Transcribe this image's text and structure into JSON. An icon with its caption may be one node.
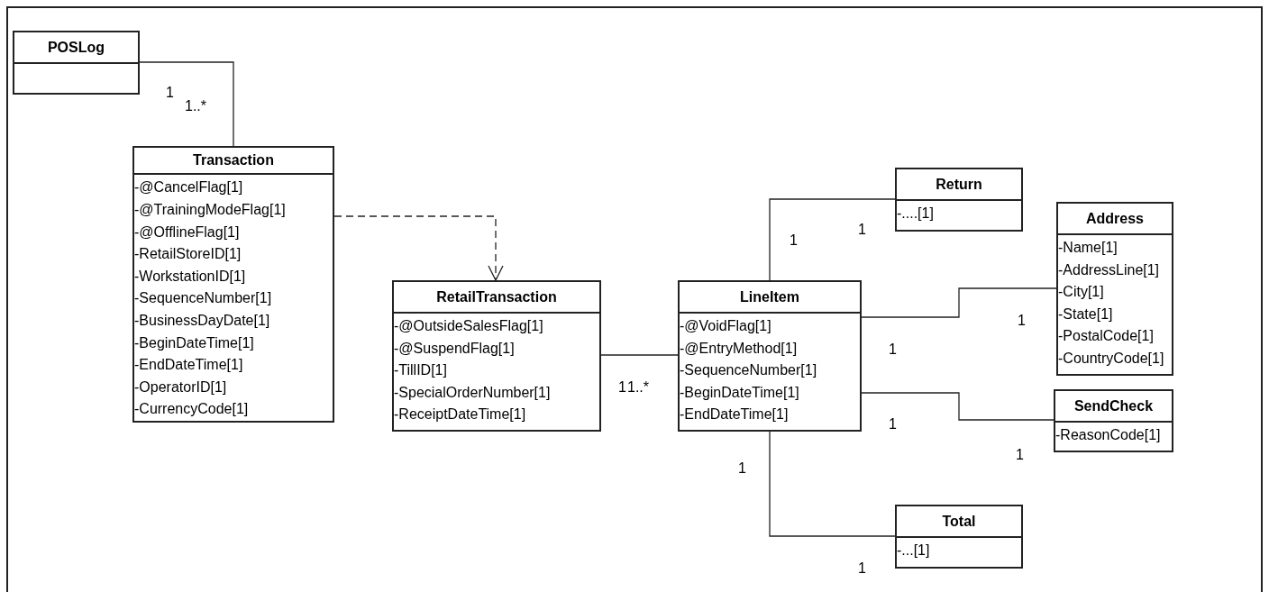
{
  "diagram": {
    "nodes": [
      {
        "text": [
          "POSLog"
        ]
      },
      {
        "text": [
          "Transaction",
          "-@CancelFlag[1]",
          "-@TrainingModeFlag[1]",
          "-@OfflineFlag[1]",
          "-RetailStoreID[1]",
          "-WorkstationID[1]",
          "-SequenceNumber[1]",
          "-BusinessDayDate[1]",
          "-BeginDateTime[1]",
          "-EndDateTime[1]",
          "-OperatorID[1]",
          "-CurrencyCode[1]"
        ]
      },
      {
        "text": [
          "Return",
          "-....[1]"
        ]
      },
      {
        "text": [
          "Address",
          "-Name[1]",
          "-AddressLine[1]",
          "-City[1]",
          "-State[1]",
          "-PostalCode[1]",
          "-CountryCode[1]"
        ]
      },
      {
        "text": [
          "RetailTransaction",
          "-@OutsideSalesFlag[1]",
          "-@SuspendFlag[1]",
          "-TillID[1]",
          "-SpecialOrderNumber[1]",
          "-ReceiptDateTime[1]"
        ]
      },
      {
        "text": [
          "LineItem",
          "-@VoidFlag[1]",
          "-@EntryMethod[1]",
          "-SequenceNumber[1]",
          "-BeginDateTime[1]",
          "-EndDateTime[1]"
        ]
      },
      {
        "text": [
          "SendCheck",
          "-ReasonCode[1]"
        ]
      },
      {
        "text": [
          "Total",
          "-...[1]"
        ]
      }
    ],
    "edges": [
      {
        "from": 0,
        "to": 1,
        "arrow": "none"
      },
      {
        "from": 1,
        "to": 4,
        "arrow": "to",
        "style": "dashed"
      },
      {
        "from": 4,
        "to": 5,
        "arrow": "none"
      },
      {
        "from": 5,
        "to": 2,
        "arrow": "none"
      },
      {
        "from": 5,
        "to": 3,
        "arrow": "none"
      },
      {
        "from": 5,
        "to": 6,
        "arrow": "none"
      },
      {
        "from": 5,
        "to": 7,
        "arrow": "none"
      }
    ],
    "labels": [
      "1",
      "1..*",
      "1",
      "1",
      "1",
      "1",
      "1",
      "1..*",
      "1",
      "1",
      "1",
      "1"
    ]
  }
}
